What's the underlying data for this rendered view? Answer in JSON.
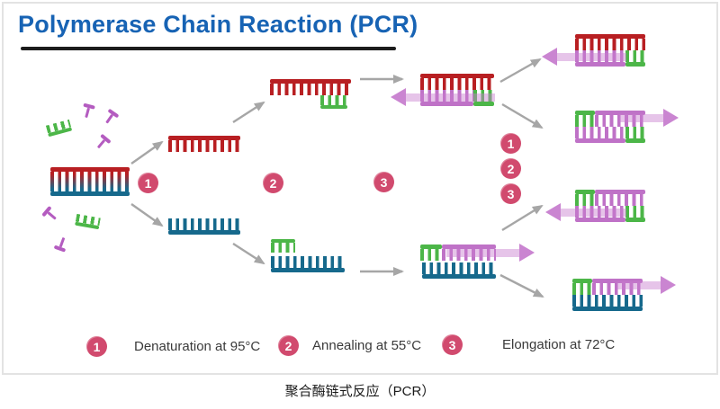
{
  "page": {
    "title": "Polymerase Chain Reaction (PCR)",
    "caption": "聚合酶链式反应（PCR）"
  },
  "steps": [
    {
      "num": "1",
      "label": "Denaturation at 95°C"
    },
    {
      "num": "2",
      "label": "Annealing at 55°C"
    },
    {
      "num": "3",
      "label": "Elongation at 72°C"
    }
  ],
  "colors": {
    "title_blue": "#1763b4",
    "template_strand_red": "#b81f22",
    "complement_strand_teal": "#16698c",
    "primer_green": "#4cb648",
    "new_strand_magenta": "#bf72c7",
    "synthesis_arrow_pink": "#c170c9",
    "step_circle_crimson": "#d14a6e",
    "connector_gray": "#a6a6a6",
    "underline_black": "#1c1c1c"
  }
}
